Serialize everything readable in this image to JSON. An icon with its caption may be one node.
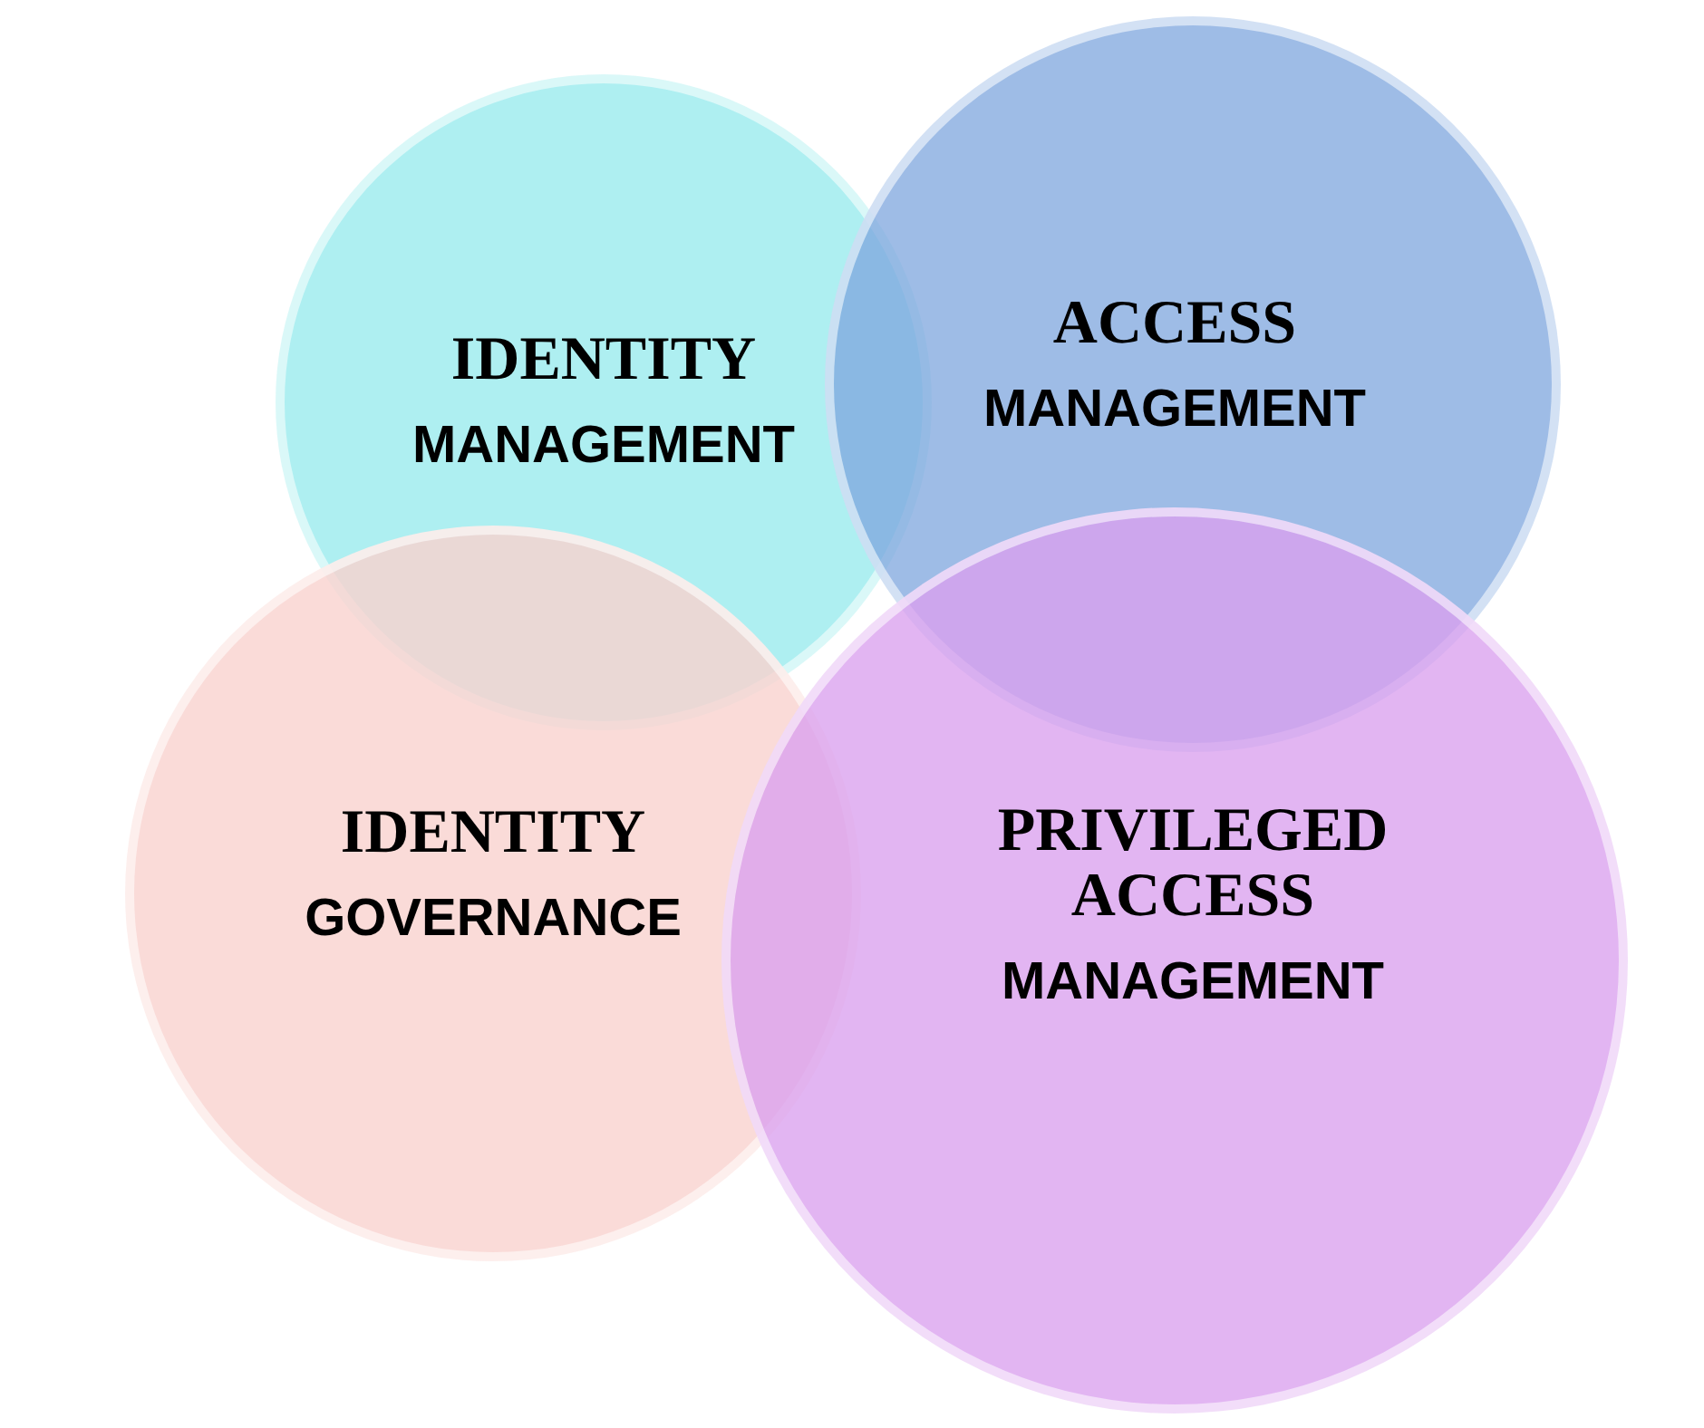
{
  "diagram": {
    "nodes": [
      {
        "text": [
          "IDENTITY",
          "MANAGEMENT"
        ]
      },
      {
        "text": [
          "ACCESS",
          "MANAGEMENT"
        ]
      },
      {
        "text": [
          "IDENTITY",
          "GOVERNANCE"
        ]
      },
      {
        "text": [
          "PRIVILEGED ACCESS",
          "MANAGEMENT"
        ]
      }
    ]
  }
}
